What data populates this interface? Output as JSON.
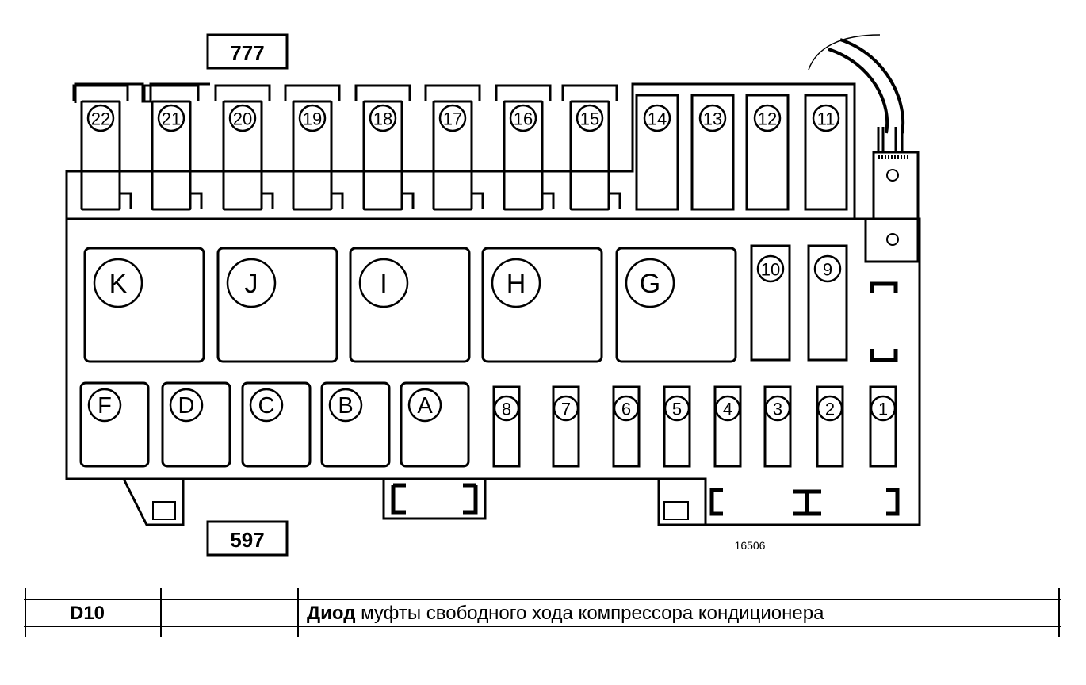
{
  "diagram": {
    "top_tag": "777",
    "bottom_tag": "597",
    "figure_number": "16506",
    "fuses_top": [
      "22",
      "21",
      "20",
      "19",
      "18",
      "17",
      "16",
      "15",
      "14",
      "13",
      "12",
      "11"
    ],
    "fuses_side": [
      "10",
      "9"
    ],
    "relays_large": [
      "K",
      "J",
      "I",
      "H",
      "G"
    ],
    "relays_small": [
      "F",
      "D",
      "C",
      "B",
      "A"
    ],
    "fuses_bottom": [
      "8",
      "7",
      "6",
      "5",
      "4",
      "3",
      "2",
      "1"
    ]
  },
  "table": {
    "code": "D10",
    "middle": "",
    "description_bold": "Диод",
    "description_rest": " муфты свободного хода компрессора кондиционера"
  }
}
